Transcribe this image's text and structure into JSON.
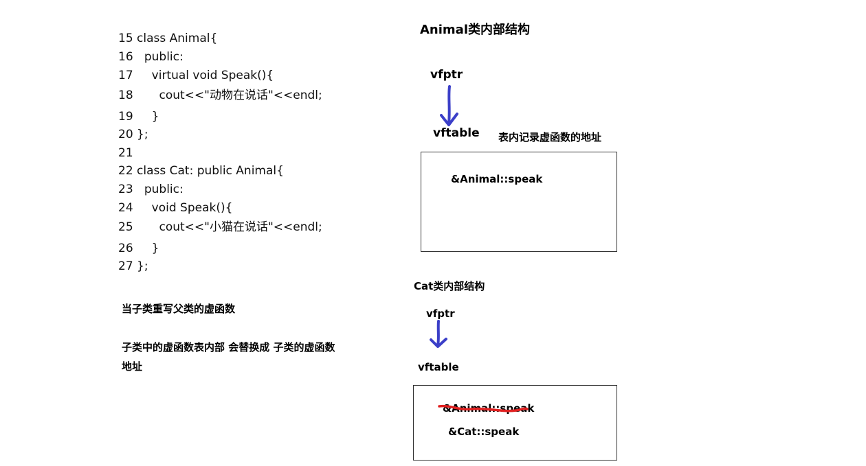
{
  "code_lines": [
    {
      "num": "15",
      "text": " class Animal{"
    },
    {
      "num": "16",
      "text": "   public:"
    },
    {
      "num": "17",
      "text": "     virtual void Speak(){"
    },
    {
      "num": "18",
      "text": "       cout<<\"动物在说话\"<<endl;"
    },
    {
      "num": "19",
      "text": "     }"
    },
    {
      "num": "20",
      "text": " };"
    },
    {
      "num": "21",
      "text": ""
    },
    {
      "num": "22",
      "text": " class Cat: public Animal{"
    },
    {
      "num": "23",
      "text": "   public:"
    },
    {
      "num": "24",
      "text": "     void Speak(){"
    },
    {
      "num": "25",
      "text": "       cout<<\"小猫在说话\"<<endl;"
    },
    {
      "num": "26",
      "text": "     }"
    },
    {
      "num": "27",
      "text": " };"
    }
  ],
  "notes": {
    "override_heading": "当子类重写父类的虚函数",
    "override_line1": "子类中的虚函数表内部 会替换成 子类的虚函数",
    "override_line2": "地址"
  },
  "animal": {
    "title": "Animal类内部结构",
    "vfptr": "vfptr",
    "vftable": "vftable",
    "table_note": "表内记录虚函数的地址",
    "entry": "&Animal::speak"
  },
  "cat": {
    "title": "Cat类内部结构",
    "vfptr": "vfptr",
    "vftable": "vftable",
    "struck_entry": "&Animal::speak",
    "entry": "&Cat::speak"
  },
  "colors": {
    "arrow": "#3b3fc8",
    "strike": "#e02020"
  }
}
